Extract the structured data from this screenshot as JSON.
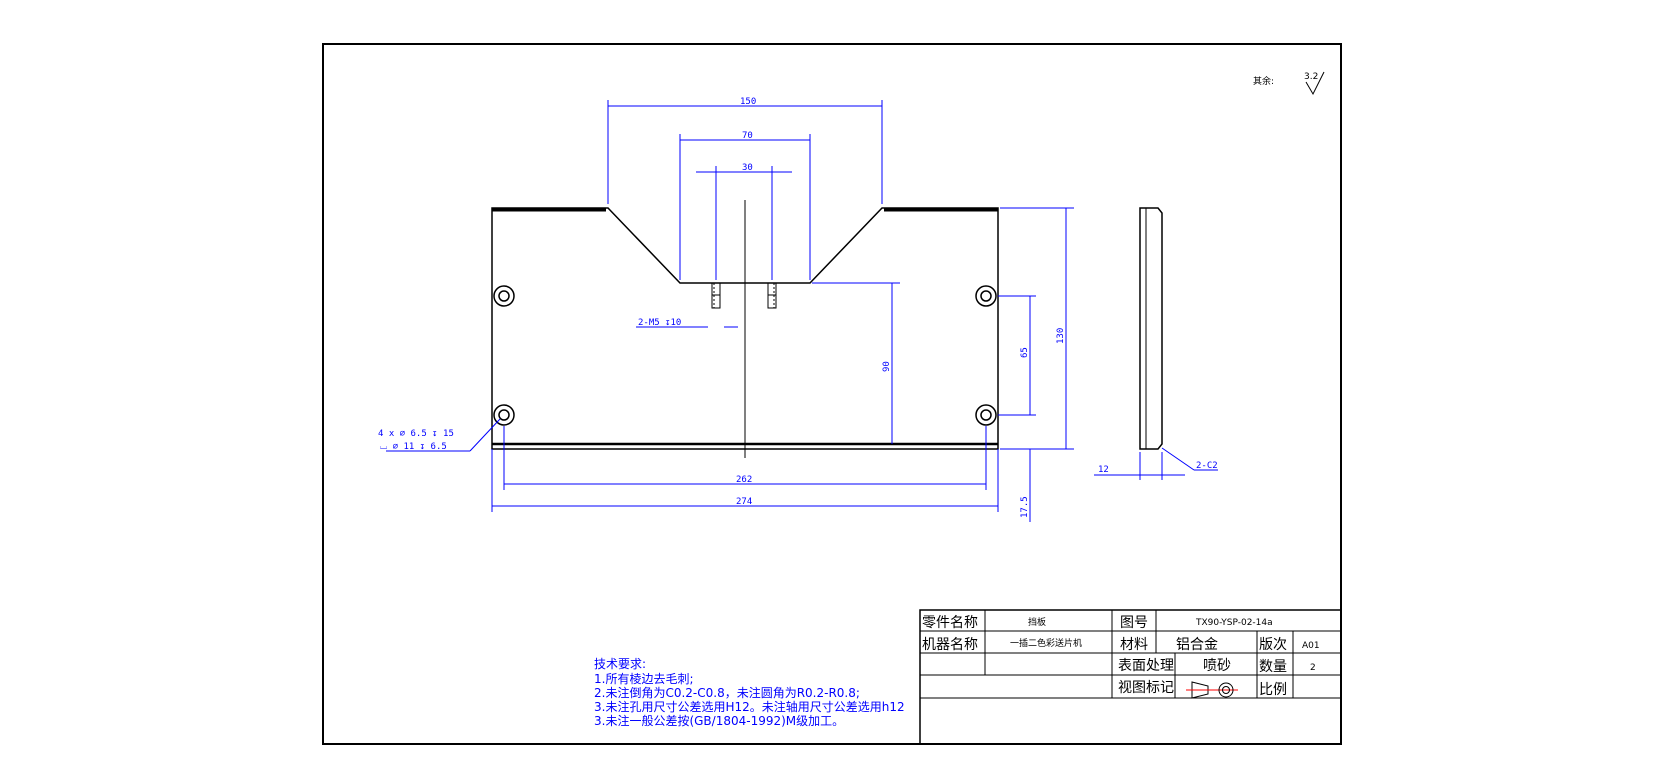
{
  "surface_note": {
    "label": "其余:",
    "roughness": "3.2"
  },
  "dimensions": {
    "d150": "150",
    "d70": "70",
    "d30": "30",
    "thread": "2-M5 ↧10",
    "d90": "90",
    "d65": "65",
    "d130": "130",
    "d262": "262",
    "d274": "274",
    "d17_5": "17.5",
    "d12": "12",
    "chamfer": "2-C2",
    "hole_line1": "4 x  ⌀ 6.5  ↧ 15",
    "hole_line2": "⌴ ⌀ 11  ↧ 6.5"
  },
  "notes": {
    "title": "技术要求:",
    "lines": [
      "1.所有棱边去毛刺;",
      "2.未注倒角为C0.2-C0.8，未注圆角为R0.2-R0.8;",
      "3.未注孔用尺寸公差选用H12。未注轴用尺寸公差选用h12",
      "3.未注一般公差按(GB/1804-1992)M级加工。"
    ]
  },
  "title_block": {
    "part_name_label": "零件名称",
    "part_name": "挡板",
    "drawing_no_label": "图号",
    "drawing_no": "TX90-YSP-02-14a",
    "machine_label": "机器名称",
    "machine": "一插二色彩送片机",
    "material_label": "材料",
    "material": "铝合金",
    "revision_label": "版次",
    "revision": "A01",
    "surface_label": "表面处理",
    "surface": "喷砂",
    "quantity_label": "数量",
    "quantity": "2",
    "view_label": "视图标记",
    "scale_label": "比例",
    "scale": ""
  }
}
